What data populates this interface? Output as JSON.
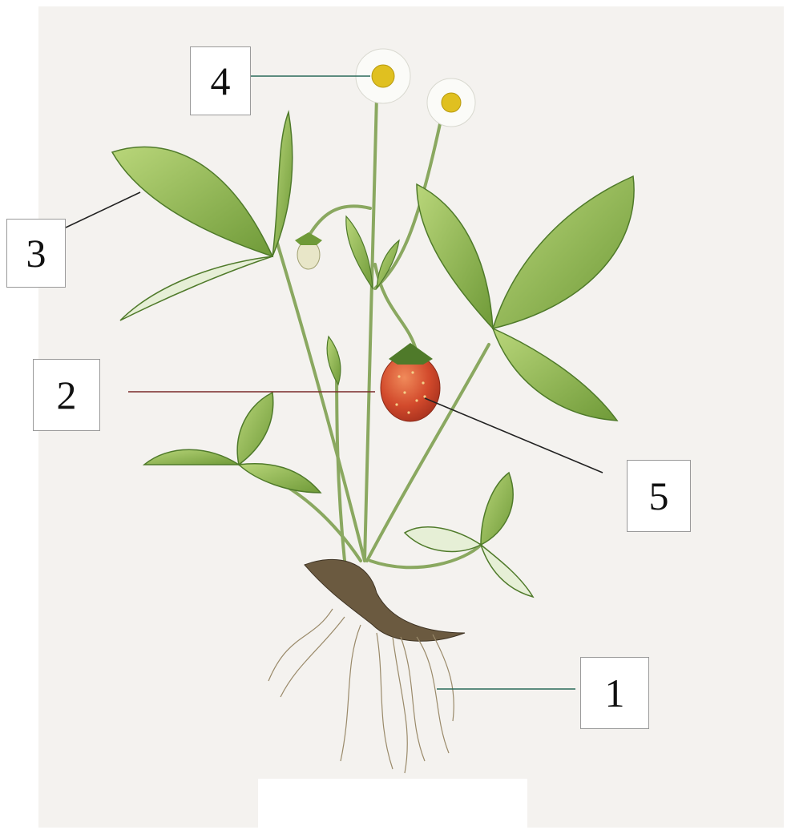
{
  "labels": {
    "one": "1",
    "two": "2",
    "three": "3",
    "four": "4",
    "five": "5"
  },
  "colors": {
    "leaf": "#8fb84e",
    "leaf_dark": "#4f7a2a",
    "stem": "#8aa860",
    "berry": "#c9402a",
    "flower_center": "#e0c020",
    "root": "#6b5a40"
  }
}
